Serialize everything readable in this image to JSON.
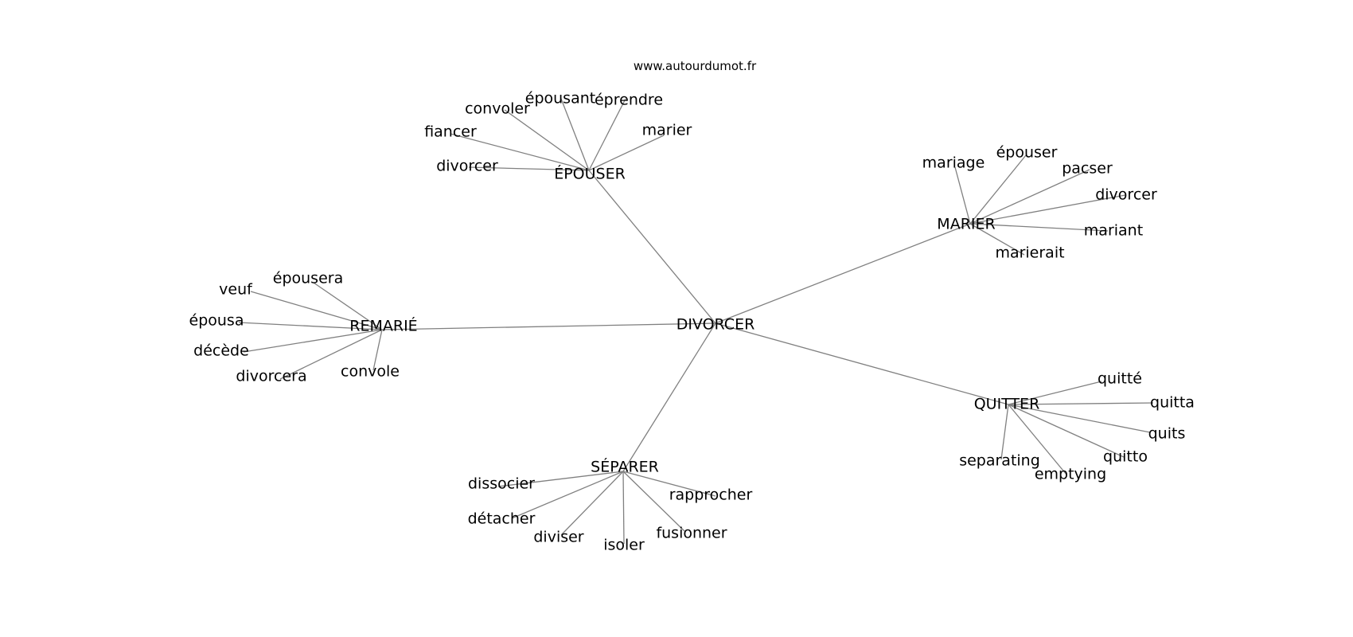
{
  "source": "www.autourdumot.fr",
  "root": "DIVORCER",
  "clusters": [
    {
      "hub": "ÉPOUSER",
      "words": [
        "divorcer",
        "fiancer",
        "convoler",
        "épousant",
        "éprendre",
        "marier"
      ]
    },
    {
      "hub": "MARIER",
      "words": [
        "mariage",
        "épouser",
        "pacser",
        "divorcer",
        "mariant",
        "marierait"
      ]
    },
    {
      "hub": "REMARIÉ",
      "words": [
        "veuf",
        "épousera",
        "épousa",
        "décède",
        "divorcera",
        "convole"
      ]
    },
    {
      "hub": "QUITTER",
      "words": [
        "quitté",
        "quitta",
        "quits",
        "quitto",
        "emptying",
        "separating"
      ]
    },
    {
      "hub": "SÉPARER",
      "words": [
        "dissocier",
        "détacher",
        "diviser",
        "isoler",
        "fusionner",
        "rapprocher"
      ]
    }
  ]
}
